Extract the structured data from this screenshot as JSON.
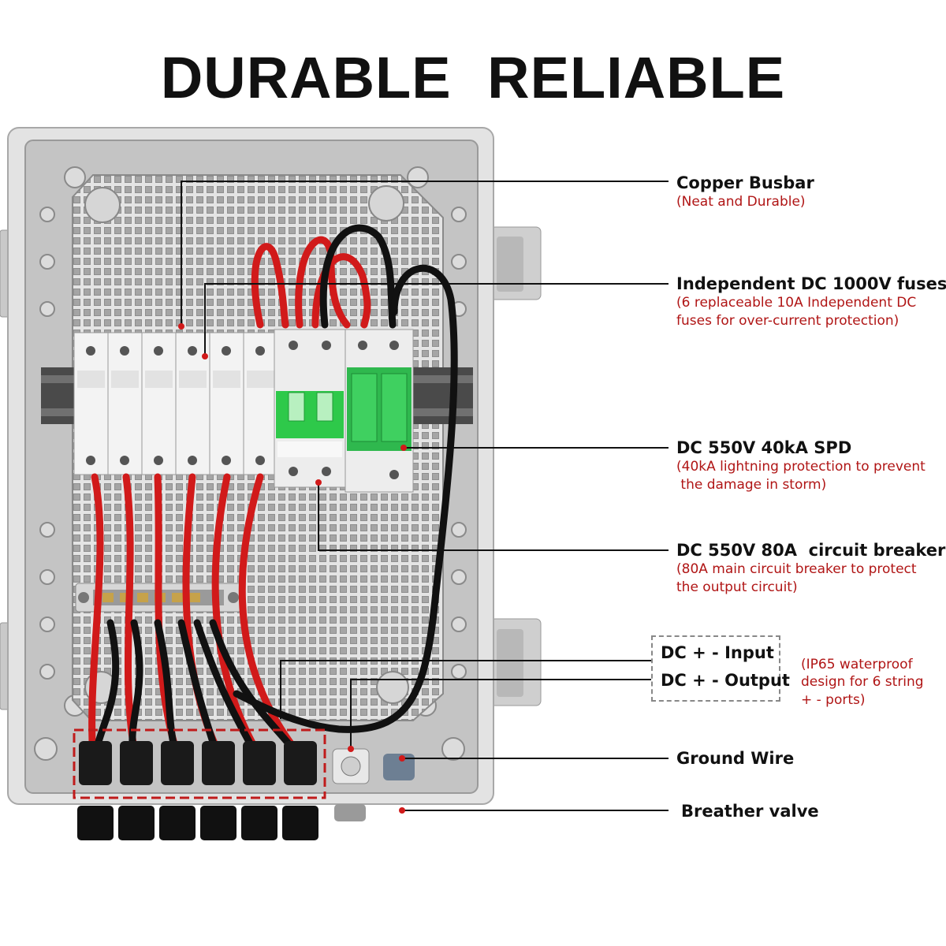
{
  "headline": "DURABLE  RELIABLE",
  "colors": {
    "wire_red": "#d11a1a",
    "wire_black": "#111111",
    "breaker_green": "#2ec94a",
    "annotation_red": "#b01515"
  },
  "callouts": [
    {
      "title": "Copper Busbar",
      "sub": [
        "(Neat and Durable)"
      ]
    },
    {
      "title": "Independent DC 1000V fuses",
      "sub": [
        "(6 replaceable 10A Independent DC",
        "fuses for over-current protection)"
      ]
    },
    {
      "title": "DC 550V 40kA SPD",
      "sub": [
        "(40kA lightning protection to prevent",
        " the damage in storm)"
      ]
    },
    {
      "title": "DC 550V 80A  circuit breaker",
      "sub": [
        "(80A main circuit breaker to protect",
        "the output circuit)"
      ]
    },
    {
      "title": "Ground Wire",
      "sub": []
    },
    {
      "title": "Breather valve",
      "sub": []
    }
  ],
  "io": {
    "input": "DC + - Input",
    "output": "DC + - Output",
    "note": [
      "(IP65 waterproof",
      "design for 6 string",
      "+ - ports)"
    ]
  }
}
